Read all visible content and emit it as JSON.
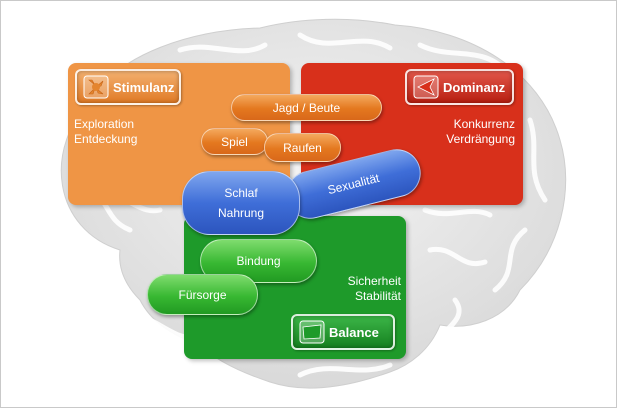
{
  "colors": {
    "stimulanz": "#ef9545",
    "dominanz": "#d8301b",
    "balance": "#1e9a2a",
    "pill_blue": "#3f6ed8",
    "brain": "#e6e6e6"
  },
  "panels": {
    "stimulanz": {
      "badge_label": "Stimulanz",
      "badge_icon": "stimulanz-icon",
      "line1": "Exploration",
      "line2": "Entdeckung"
    },
    "dominanz": {
      "badge_label": "Dominanz",
      "badge_icon": "dominanz-icon",
      "line1": "Konkurrenz",
      "line2": "Verdrängung"
    },
    "balance": {
      "badge_label": "Balance",
      "badge_icon": "balance-icon",
      "line1": "Sicherheit",
      "line2": "Stabilität"
    }
  },
  "pills": {
    "jagd": "Jagd / Beute",
    "spiel": "Spiel",
    "raufen": "Raufen",
    "sexualitaet": "Sexualität",
    "schlaf": "Schlaf",
    "nahrung": "Nahrung",
    "bindung": "Bindung",
    "fuersorge": "Fürsorge"
  }
}
